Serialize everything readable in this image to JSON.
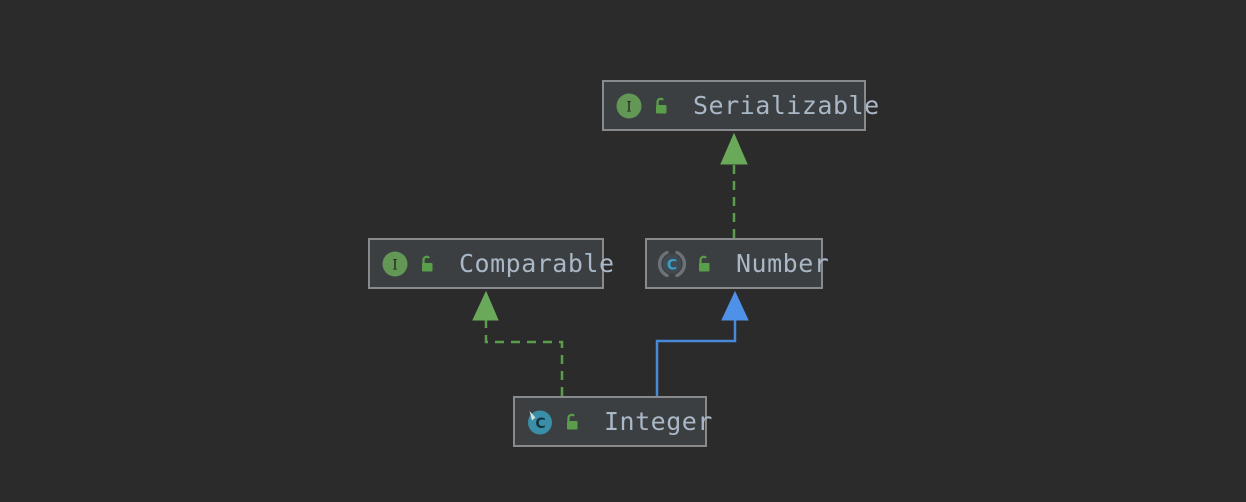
{
  "diagram": {
    "kind": "uml-class-diagram",
    "background_color": "#2b2b2b",
    "node_fill_color": "#3c3f41",
    "node_border_color": "#888a8c",
    "label_color": "#a9b7c6",
    "interface_icon_color": "#629755",
    "class_icon_color": "#3a8fa8",
    "visibility_icon_color": "#5a9e4b",
    "inheritance_edge_color": "#5a9e4b",
    "extends_edge_color": "#4a88d8",
    "nodes": [
      {
        "id": "serializable",
        "label": "Serializable",
        "type_icon": "interface-icon",
        "type_icon_letter": "I",
        "visibility_icon": "unlocked-padlock-icon",
        "visibility": "public"
      },
      {
        "id": "comparable",
        "label": "Comparable",
        "type_icon": "interface-icon",
        "type_icon_letter": "I",
        "visibility_icon": "unlocked-padlock-icon",
        "visibility": "public"
      },
      {
        "id": "number",
        "label": "Number",
        "type_icon": "abstract-class-icon",
        "type_icon_letter": "C",
        "visibility_icon": "unlocked-padlock-icon",
        "visibility": "public"
      },
      {
        "id": "integer",
        "label": "Integer",
        "type_icon": "final-class-icon",
        "type_icon_letter": "C",
        "visibility_icon": "unlocked-padlock-icon",
        "visibility": "public"
      }
    ],
    "edges": [
      {
        "id": "number-implements-serializable",
        "from": "number",
        "to": "serializable",
        "style": "dashed",
        "arrow": "closed-triangle",
        "color": "#5a9e4b"
      },
      {
        "id": "integer-implements-comparable",
        "from": "integer",
        "to": "comparable",
        "style": "dashed",
        "arrow": "closed-triangle",
        "color": "#5a9e4b"
      },
      {
        "id": "integer-extends-number",
        "from": "integer",
        "to": "number",
        "style": "solid",
        "arrow": "closed-triangle",
        "color": "#4a88d8"
      }
    ]
  }
}
